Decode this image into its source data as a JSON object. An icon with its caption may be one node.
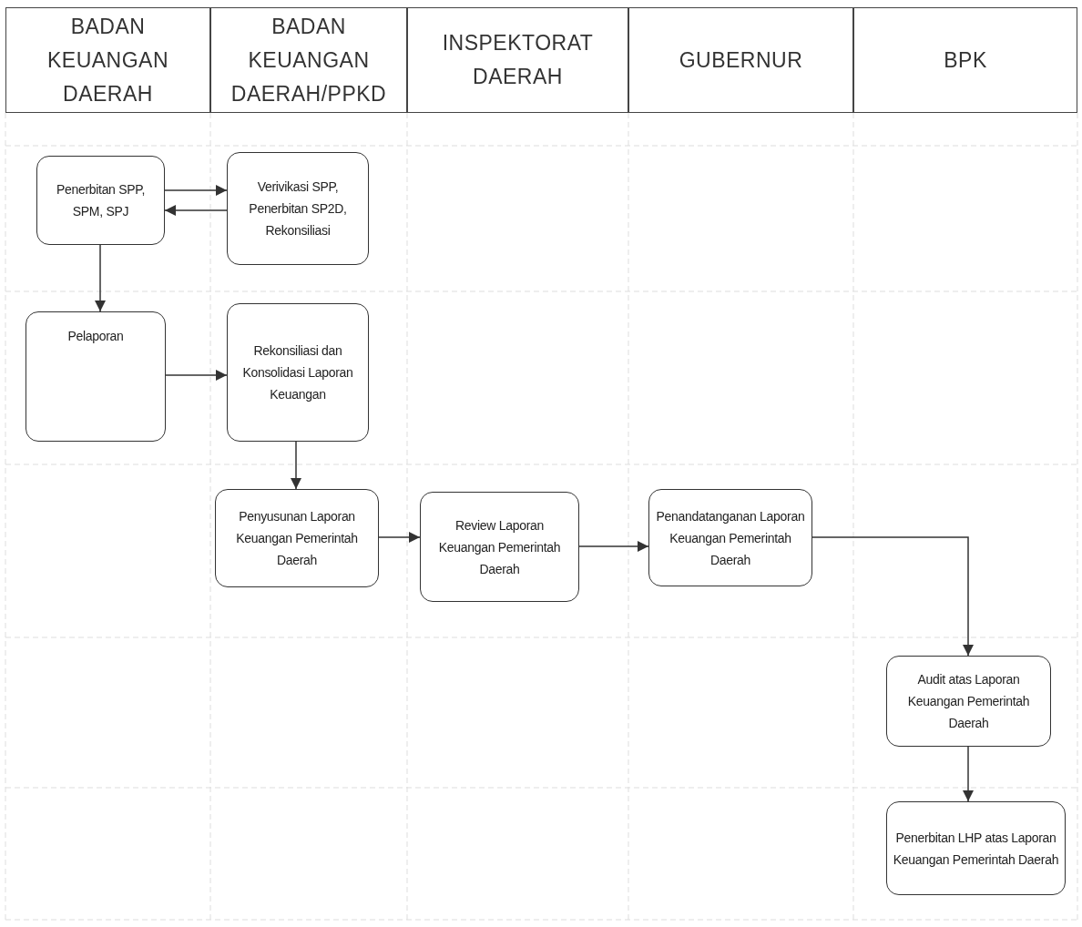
{
  "diagram": {
    "nodes": [
      {
        "text": [
          "BADAN KEUANGAN DAERAH"
        ]
      },
      {
        "text": [
          "BADAN KEUANGAN DAERAH/PPKD"
        ]
      },
      {
        "text": [
          "INSPEKTORAT DAERAH"
        ]
      },
      {
        "text": [
          "GUBERNUR"
        ]
      },
      {
        "text": [
          "BPK"
        ]
      },
      {
        "text": [
          "Penerbitan SPP, SPM, SPJ"
        ]
      },
      {
        "text": [
          "Verivikasi SPP, Penerbitan SP2D, Rekonsiliasi"
        ]
      },
      {
        "text": [
          "Pelaporan"
        ]
      },
      {
        "text": [
          "Rekonsiliasi dan Konsolidasi Laporan Keuangan"
        ]
      },
      {
        "text": [
          "Penyusunan Laporan Keuangan Pemerintah Daerah"
        ]
      },
      {
        "text": [
          "Review Laporan Keuangan Pemerintah Daerah"
        ]
      },
      {
        "text": [
          "Penandatanganan Laporan Keuangan Pemerintah Daerah"
        ]
      },
      {
        "text": [
          "Audit atas Laporan Keuangan Pemerintah Daerah"
        ]
      },
      {
        "text": [
          "Penerbitan LHP atas Laporan Keuangan Pemerintah Daerah"
        ]
      }
    ],
    "edges": [
      {
        "from": 5,
        "to": 6,
        "arrow": "to"
      },
      {
        "from": 6,
        "to": 5,
        "arrow": "to"
      },
      {
        "from": 5,
        "to": 7,
        "arrow": "to"
      },
      {
        "from": 7,
        "to": 8,
        "arrow": "to"
      },
      {
        "from": 8,
        "to": 9,
        "arrow": "to"
      },
      {
        "from": 9,
        "to": 10,
        "arrow": "to"
      },
      {
        "from": 10,
        "to": 11,
        "arrow": "to"
      },
      {
        "from": 11,
        "to": 12,
        "arrow": "to"
      },
      {
        "from": 12,
        "to": 13,
        "arrow": "to"
      }
    ]
  }
}
